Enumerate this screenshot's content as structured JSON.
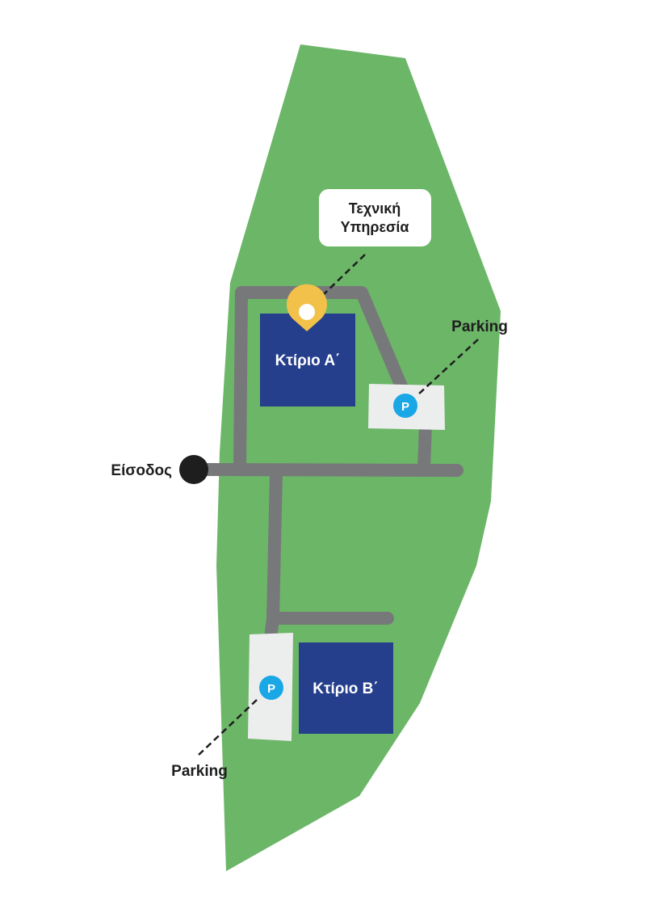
{
  "map": {
    "service_label_line1": "Τεχνική",
    "service_label_line2": "Υπηρεσία",
    "building_a": "Κτίριο Α΄",
    "building_b": "Κτίριο Β΄",
    "parking_top": "Parking",
    "parking_bottom": "Parking",
    "parking_symbol_a": "P",
    "parking_symbol_b": "P",
    "entrance": "Είσοδος"
  },
  "colors": {
    "grass": "#6cb668",
    "road": "#77787a",
    "building": "#253f8c",
    "parking_lot": "#eceded",
    "parking_marker": "#1aa7e6",
    "pin": "#f2c14a",
    "entrance_dot": "#1e1e1e"
  },
  "icons": [
    "map-pin-icon",
    "parking-icon",
    "entrance-dot-icon"
  ]
}
